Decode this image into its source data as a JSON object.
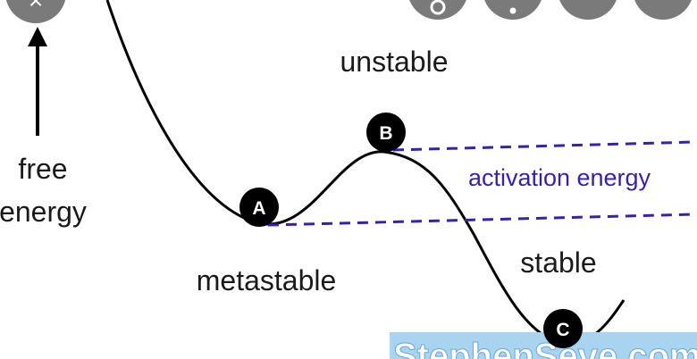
{
  "diagram": {
    "labels": {
      "free": "free",
      "energy": "energy",
      "unstable": "unstable",
      "metastable": "metastable",
      "stable": "stable",
      "activation_energy": "activation energy"
    },
    "points": {
      "a": "A",
      "b": "B",
      "c": "C"
    },
    "watermark": "StephenSeve.com"
  },
  "colors": {
    "curve": "#000000",
    "dashed": "#3a1fa8",
    "activation_text": "#3a1fa8",
    "watermark_bg": "#a8d4f0",
    "overlay_button": "#7a7a7a"
  }
}
